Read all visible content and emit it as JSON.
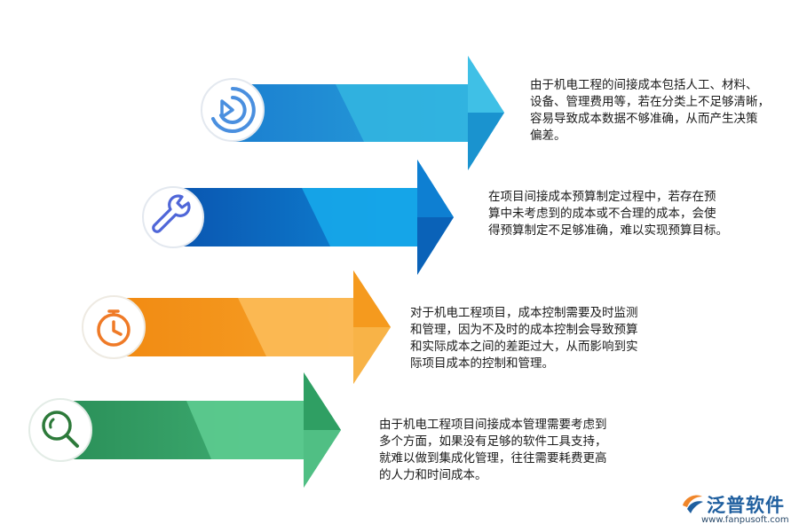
{
  "items": [
    {
      "icon": "pie-chart-icon",
      "color": "#2196d3",
      "text": "由于机电工程的间接成本包括人工、材料、\n设备、管理费用等，若在分类上不足够清晰，\n容易导致成本数据不够准确，从而产生决策\n偏差。"
    },
    {
      "icon": "wrench-icon",
      "color": "#0a6cc2",
      "text": "在项目间接成本预算制定过程中，若存在预\n算中未考虑到的成本或不合理的成本，会使\n得预算制定不足够准确，难以实现预算目标。"
    },
    {
      "icon": "stopwatch-icon",
      "color": "#f39a1c",
      "text": "对于机电工程项目，成本控制需要及时监测\n和管理，因为不及时的成本控制会导致预算\n和实际成本之间的差距过大，从而影响到实\n际项目成本的控制和管理。"
    },
    {
      "icon": "magnifier-icon",
      "color": "#2e9e62",
      "text": "由于机电工程项目间接成本管理需要考虑到\n多个方面，如果没有足够的软件工具支持，\n就难以做到集成化管理，往往需要耗费更高\n的人力和时间成本。"
    }
  ],
  "logo": {
    "name": "泛普软件",
    "url": "www.fanpusoft.com"
  }
}
